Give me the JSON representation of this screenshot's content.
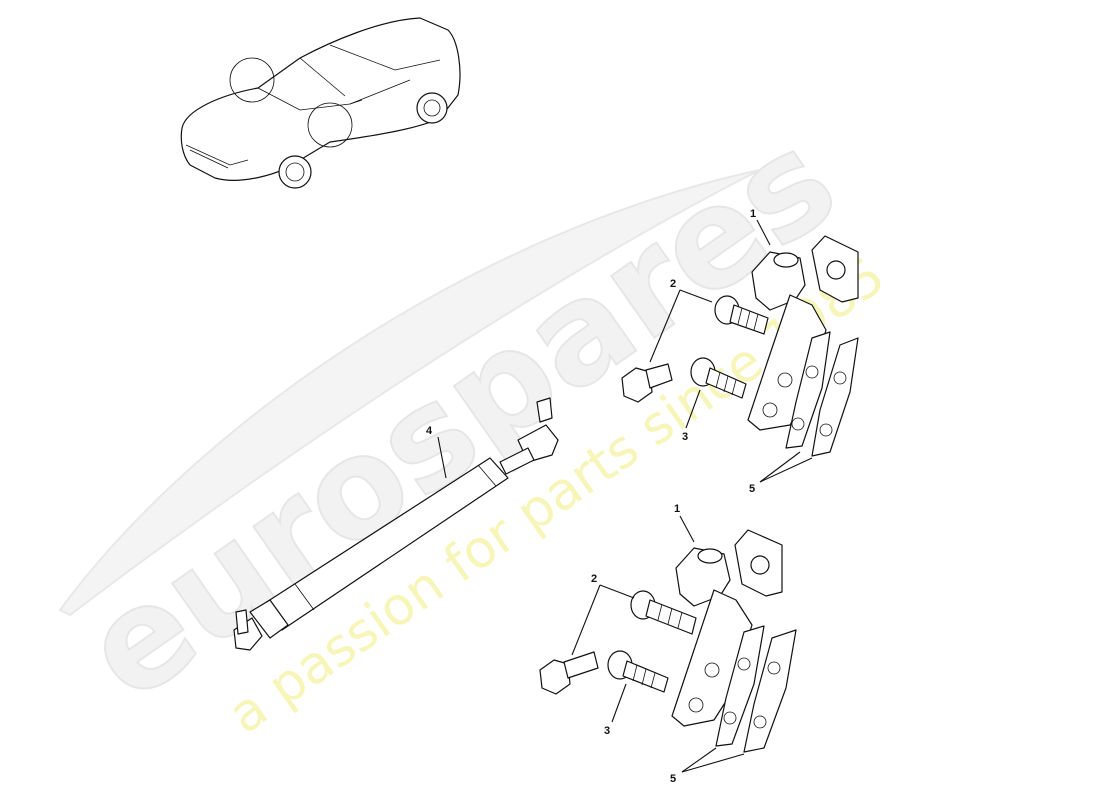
{
  "watermark": {
    "brand": "eurospares",
    "tagline": "a passion for parts since 1985"
  },
  "callouts": {
    "upper_hinge": {
      "hinge": "1",
      "bolt": "2",
      "bolt_lower": "3",
      "plates": "5"
    },
    "strut": "4",
    "lower_hinge": {
      "hinge": "1",
      "bolt": "2",
      "bolt_lower": "3",
      "plates": "5"
    }
  },
  "colors": {
    "line": "#111111",
    "watermark_grey": "#ececec",
    "watermark_yellow": "#f7f5b8"
  }
}
